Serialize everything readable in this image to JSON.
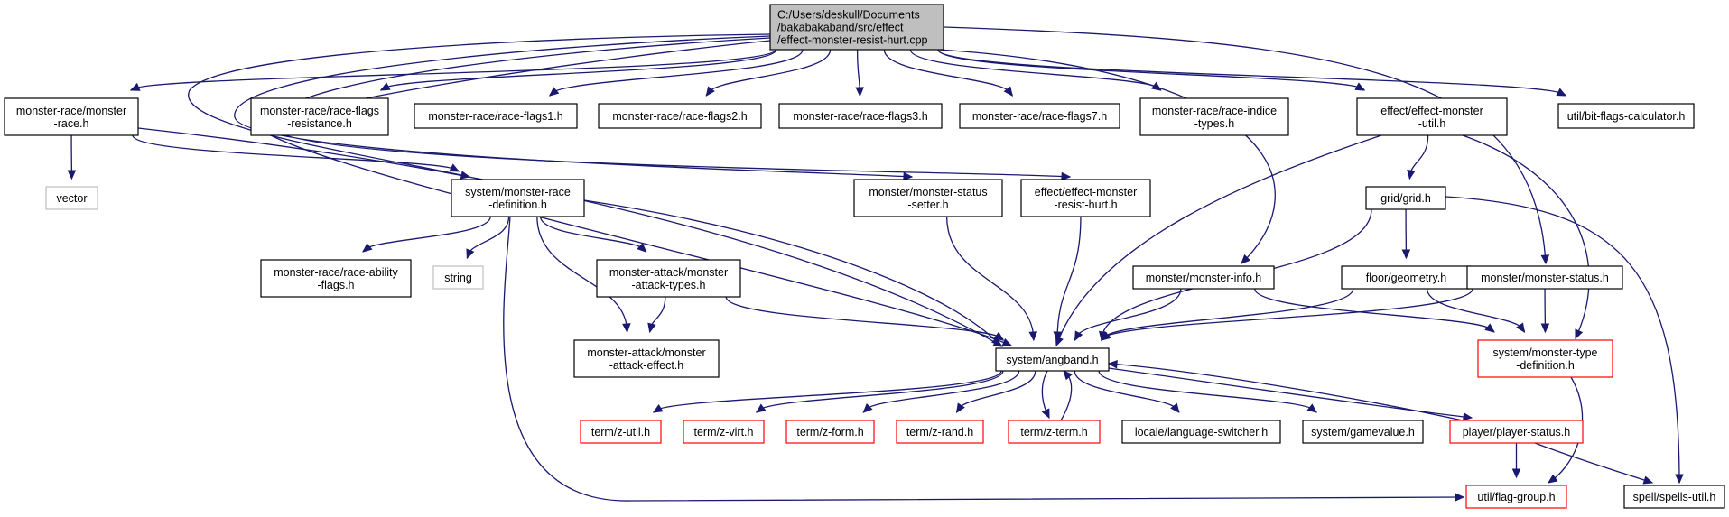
{
  "graph": {
    "colors": {
      "edge": "#191970",
      "focus_fill": "#bfbfbf",
      "border_black": "#000000",
      "border_red": "#ff0000",
      "border_gray": "#bfbfbf"
    },
    "nodes": [
      {
        "id": "root",
        "label": [
          "C:/Users/deskull/Documents",
          "/bakabakaband/src/effect",
          "/effect-monster-resist-hurt.cpp"
        ],
        "style": "focus"
      },
      {
        "id": "race",
        "label": [
          "monster-race/monster",
          "-race.h"
        ],
        "style": "black"
      },
      {
        "id": "flagsres",
        "label": [
          "monster-race/race-flags",
          "-resistance.h"
        ],
        "style": "black"
      },
      {
        "id": "flags1",
        "label": [
          "monster-race/race-flags1.h"
        ],
        "style": "black"
      },
      {
        "id": "flags2",
        "label": [
          "monster-race/race-flags2.h"
        ],
        "style": "black"
      },
      {
        "id": "flags3",
        "label": [
          "monster-race/race-flags3.h"
        ],
        "style": "black"
      },
      {
        "id": "flags7",
        "label": [
          "monster-race/race-flags7.h"
        ],
        "style": "black"
      },
      {
        "id": "indice",
        "label": [
          "monster-race/race-indice",
          "-types.h"
        ],
        "style": "black"
      },
      {
        "id": "effutil",
        "label": [
          "effect/effect-monster",
          "-util.h"
        ],
        "style": "black"
      },
      {
        "id": "bitflags",
        "label": [
          "util/bit-flags-calculator.h"
        ],
        "style": "black"
      },
      {
        "id": "vector",
        "label": [
          "vector"
        ],
        "style": "gray"
      },
      {
        "id": "racedef",
        "label": [
          "system/monster-race",
          "-definition.h"
        ],
        "style": "black"
      },
      {
        "id": "statset",
        "label": [
          "monster/monster-status",
          "-setter.h"
        ],
        "style": "black"
      },
      {
        "id": "resisthurt",
        "label": [
          "effect/effect-monster",
          "-resist-hurt.h"
        ],
        "style": "black"
      },
      {
        "id": "grid",
        "label": [
          "grid/grid.h"
        ],
        "style": "black"
      },
      {
        "id": "ability",
        "label": [
          "monster-race/race-ability",
          "-flags.h"
        ],
        "style": "black"
      },
      {
        "id": "string",
        "label": [
          "string"
        ],
        "style": "gray"
      },
      {
        "id": "atktypes",
        "label": [
          "monster-attack/monster",
          "-attack-types.h"
        ],
        "style": "black"
      },
      {
        "id": "moninfo",
        "label": [
          "monster/monster-info.h"
        ],
        "style": "black"
      },
      {
        "id": "geometry",
        "label": [
          "floor/geometry.h"
        ],
        "style": "black"
      },
      {
        "id": "monstatus",
        "label": [
          "monster/monster-status.h"
        ],
        "style": "black"
      },
      {
        "id": "atkeffect",
        "label": [
          "monster-attack/monster",
          "-attack-effect.h"
        ],
        "style": "black"
      },
      {
        "id": "angband",
        "label": [
          "system/angband.h"
        ],
        "style": "black"
      },
      {
        "id": "typedef",
        "label": [
          "system/monster-type",
          "-definition.h"
        ],
        "style": "red"
      },
      {
        "id": "zutil",
        "label": [
          "term/z-util.h"
        ],
        "style": "red"
      },
      {
        "id": "zvirt",
        "label": [
          "term/z-virt.h"
        ],
        "style": "red"
      },
      {
        "id": "zform",
        "label": [
          "term/z-form.h"
        ],
        "style": "red"
      },
      {
        "id": "zrand",
        "label": [
          "term/z-rand.h"
        ],
        "style": "red"
      },
      {
        "id": "zterm",
        "label": [
          "term/z-term.h"
        ],
        "style": "red"
      },
      {
        "id": "langsw",
        "label": [
          "locale/language-switcher.h"
        ],
        "style": "black"
      },
      {
        "id": "gamevalue",
        "label": [
          "system/gamevalue.h"
        ],
        "style": "black"
      },
      {
        "id": "pstatus",
        "label": [
          "player/player-status.h"
        ],
        "style": "red"
      },
      {
        "id": "flaggroup",
        "label": [
          "util/flag-group.h"
        ],
        "style": "red"
      },
      {
        "id": "spellsutil",
        "label": [
          "spell/spells-util.h"
        ],
        "style": "black"
      }
    ],
    "edges": [
      [
        "root",
        "race"
      ],
      [
        "root",
        "flagsres"
      ],
      [
        "root",
        "flags1"
      ],
      [
        "root",
        "flags2"
      ],
      [
        "root",
        "flags3"
      ],
      [
        "root",
        "flags7"
      ],
      [
        "root",
        "indice"
      ],
      [
        "root",
        "effutil"
      ],
      [
        "root",
        "bitflags"
      ],
      [
        "root",
        "racedef"
      ],
      [
        "root",
        "statset"
      ],
      [
        "root",
        "resisthurt"
      ],
      [
        "root",
        "moninfo"
      ],
      [
        "root",
        "monstatus"
      ],
      [
        "root",
        "angband"
      ],
      [
        "race",
        "vector"
      ],
      [
        "race",
        "racedef"
      ],
      [
        "race",
        "angband"
      ],
      [
        "racedef",
        "ability"
      ],
      [
        "racedef",
        "string"
      ],
      [
        "racedef",
        "atktypes"
      ],
      [
        "racedef",
        "atkeffect"
      ],
      [
        "racedef",
        "angband"
      ],
      [
        "racedef",
        "flaggroup"
      ],
      [
        "atktypes",
        "atkeffect"
      ],
      [
        "atktypes",
        "angband"
      ],
      [
        "statset",
        "angband"
      ],
      [
        "resisthurt",
        "angband"
      ],
      [
        "effutil",
        "grid"
      ],
      [
        "effutil",
        "angband"
      ],
      [
        "effutil",
        "typedef"
      ],
      [
        "grid",
        "geometry"
      ],
      [
        "grid",
        "angband"
      ],
      [
        "grid",
        "spellsutil"
      ],
      [
        "geometry",
        "angband"
      ],
      [
        "geometry",
        "typedef"
      ],
      [
        "moninfo",
        "angband"
      ],
      [
        "moninfo",
        "typedef"
      ],
      [
        "monstatus",
        "angband"
      ],
      [
        "monstatus",
        "typedef"
      ],
      [
        "typedef",
        "flaggroup"
      ],
      [
        "angband",
        "zutil"
      ],
      [
        "angband",
        "zvirt"
      ],
      [
        "angband",
        "zform"
      ],
      [
        "angband",
        "zrand"
      ],
      [
        "angband",
        "zterm"
      ],
      [
        "angband",
        "langsw"
      ],
      [
        "angband",
        "gamevalue"
      ],
      [
        "angband",
        "pstatus"
      ],
      [
        "zterm",
        "angband"
      ],
      [
        "pstatus",
        "angband"
      ],
      [
        "pstatus",
        "flaggroup"
      ],
      [
        "pstatus",
        "spellsutil"
      ]
    ]
  }
}
